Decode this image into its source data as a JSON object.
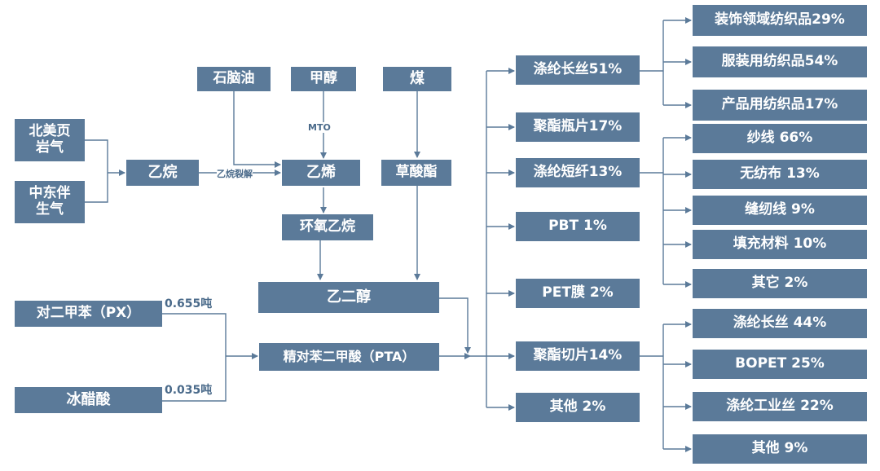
{
  "colors": {
    "box_fill": "#5b7a99",
    "box_text": "#ffffff",
    "connector": "#5b7a99",
    "label": "#4a6a8a"
  },
  "nodes": {
    "north_america_shale_gas": "北美页岩气",
    "middle_east_associated_gas": "中东伴生气",
    "ethane": "乙烷",
    "naphtha": "石脑油",
    "methanol": "甲醇",
    "coal": "煤",
    "ethylene": "乙烯",
    "dimethyl_oxalate": "草酸酯",
    "ethylene_oxide": "环氧乙烷",
    "ethylene_glycol": "乙二醇",
    "px": "对二甲苯（PX）",
    "acetic_acid": "冰醋酸",
    "pta": "精对苯二甲酸（PTA）",
    "polyester_filament": "涤纶长丝51%",
    "pet_bottle_chips": "聚酯瓶片17%",
    "polyester_staple": "涤纶短纤13%",
    "pbt": "PBT 1%",
    "pet_film": "PET膜 2%",
    "polyester_chips": "聚酯切片14%",
    "other_main": "其他 2%",
    "decorative_textiles": "装饰领域纺织品29%",
    "apparel_textiles": "服装用纺织品54%",
    "industrial_textiles": "产品用纺织品17%",
    "yarn": "纱线 66%",
    "nonwoven": "无纺布 13%",
    "sewing_thread": "缝纫线 9%",
    "filling_material": "填充材料 10%",
    "other_staple": "其它 2%",
    "chips_filament": "涤纶长丝 44%",
    "bopet": "BOPET 25%",
    "industrial_yarn": "涤纶工业丝 22%",
    "other_chips": "其他 9%"
  },
  "edge_labels": {
    "ethane_cracking": "乙烷裂解",
    "mto": "MTO",
    "px_ratio": "0.655吨",
    "acetic_ratio": "0.035吨"
  }
}
